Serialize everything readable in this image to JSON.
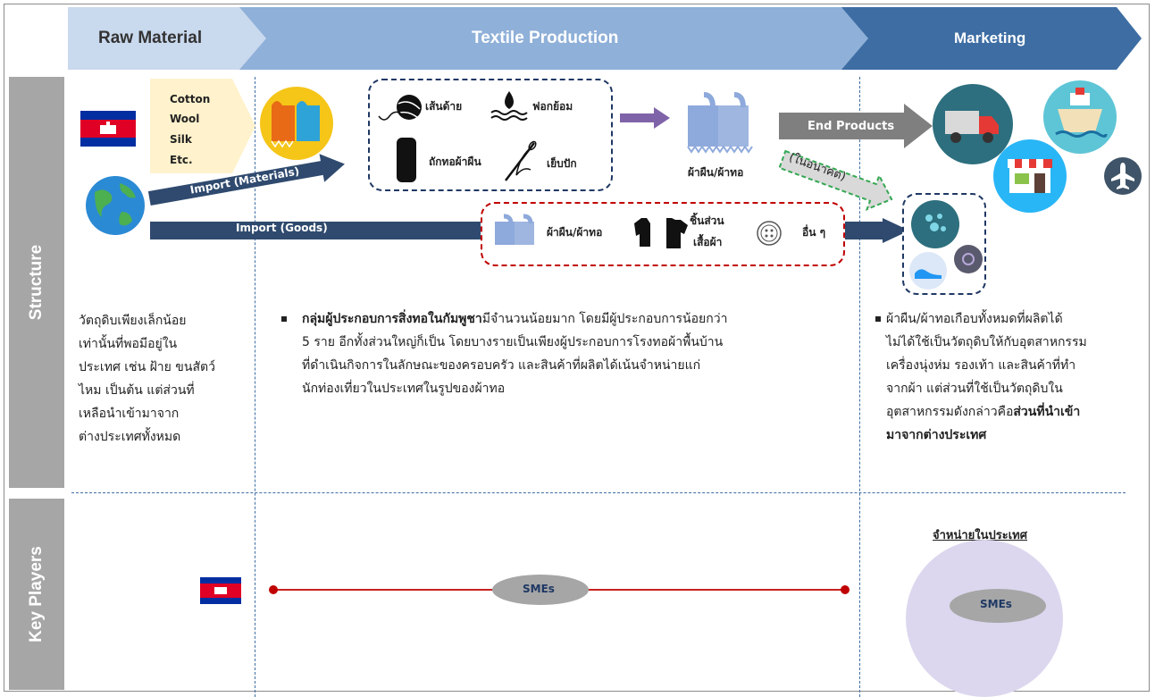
{
  "stages": {
    "raw_material": "Raw Material",
    "textile_production": "Textile Production",
    "marketing": "Marketing"
  },
  "rows": {
    "structure": "Structure",
    "key_players": "Key Players"
  },
  "materials_box": [
    "Cotton",
    "Wool",
    "Silk",
    "Etc."
  ],
  "process_items": {
    "yarn": "เส้นด้าย",
    "dyeing": "ฟอกย้อม",
    "weaving": "ถักทอผ้าผืน",
    "embroidery": "เย็บปัก"
  },
  "fabric_label": "ผ้าผืน/ผ้าทอ",
  "end_products": "End Products",
  "future_label": "(ในอนาคต)",
  "import_materials": "Import (Materials)",
  "import_goods": "Import (Goods)",
  "goods_items": {
    "fabric": "ผ้าผืน/ผ้าทอ",
    "garment_parts_1": "ชิ้นส่วน",
    "garment_parts_2": "เสื้อผ้า",
    "others": "อื่น ๆ"
  },
  "raw_paragraph": [
    "วัตถุดิบเพียงเล็กน้อย",
    "เท่านั้นที่พอมีอยู่ใน",
    "ประเทศ เช่น ฝ้าย ขนสัตว์",
    "ไหม เป็นต้น แต่ส่วนที่",
    "เหลือนำเข้ามาจาก",
    "ต่างประเทศทั้งหมด"
  ],
  "production_paragraph": {
    "bold_lead": "กลุ่มผู้ประกอบการสิ่งทอในกัมพูชา",
    "line1_rest": "มีจำนวนน้อยมาก โดยมีผู้ประกอบการน้อยกว่า",
    "line2": "5 ราย อีกทั้งส่วนใหญ่ก็เป็น โดยบางรายเป็นเพียงผู้ประกอบการโรงทอผ้าพื้นบ้าน",
    "line3": "ที่ดำเนินกิจการในลักษณะของครอบครัว และสินค้าที่ผลิตได้เน้นจำหน่ายแก่",
    "line4": "นักท่องเที่ยวในประเทศในรูปของผ้าทอ"
  },
  "marketing_paragraph": {
    "line1": "ผ้าผืน/ผ้าทอเกือบทั้งหมดที่ผลิตได้",
    "line2": "ไม่ได้ใช้เป็นวัตถุดิบให้กับอุตสาหกรรม",
    "line3": "เครื่องนุ่งห่ม รองเท้า และสินค้าที่ทำ",
    "line4": "จากผ้า แต่ส่วนที่ใช้เป็นวัตถุดิบใน",
    "line5_plain": "อุตสาหกรรมดังกล่าวคือ",
    "line5_bold": "ส่วนที่นำเข้า",
    "line6_bold": "มาจากต่างประเทศ"
  },
  "key_players": {
    "smes_production": "SMEs",
    "domestic_title": "จำหน่ายในประเทศ",
    "smes_marketing": "SMEs"
  },
  "colors": {
    "raw_band": "#c9d9ee",
    "production_band": "#8fb0d8",
    "marketing_band": "#3d6da3",
    "side_bar": "#a6a6a6",
    "arrow_navy": "#2f4a6e",
    "arrow_gray": "#7f7f7f",
    "arrow_purple": "#7f63a8",
    "line_red": "#c00000",
    "circle_lavender": "#dcd7ee"
  },
  "icons": [
    "cambodia-flag-icon",
    "globe-icon",
    "fabric-roll-icon",
    "yarn-ball-icon",
    "dye-icon",
    "bolt-icon",
    "needle-icon",
    "fabric-icon",
    "truck-icon",
    "ship-icon",
    "shop-icon",
    "plane-icon",
    "shirt-icon",
    "button-icon",
    "textile-pattern-icon",
    "shoe-icon",
    "accessory-icon"
  ]
}
